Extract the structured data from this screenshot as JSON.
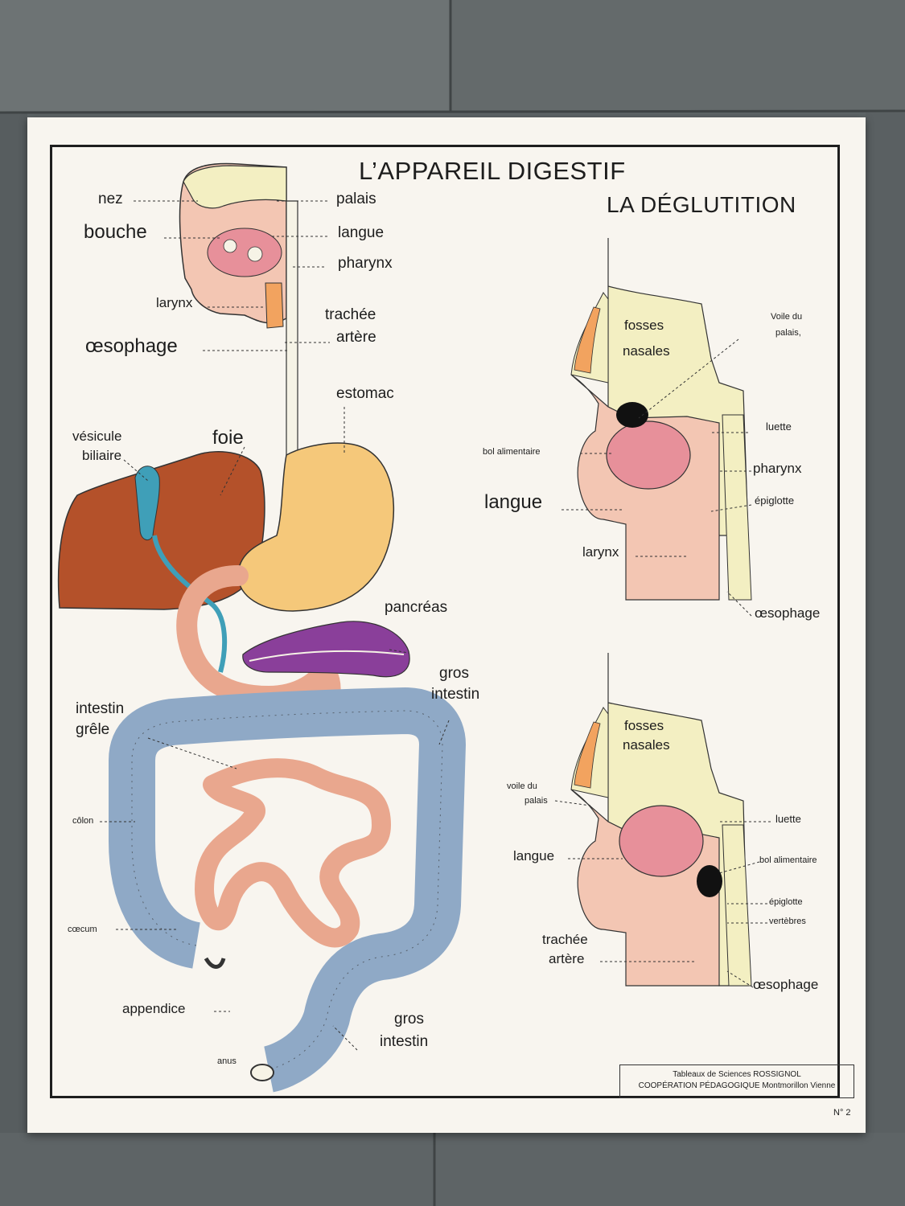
{
  "poster": {
    "title": "L’APPAREIL DIGESTIF",
    "subtitle": "LA DÉGLUTITION",
    "credit_line1": "Tableaux de Sciences ROSSIGNOL",
    "credit_line2": "COOPÉRATION PÉDAGOGIQUE Montmorillon   Vienne",
    "number": "N° 2"
  },
  "digestive_labels": {
    "nez": "nez",
    "bouche": "bouche",
    "palais": "palais",
    "langue": "langue",
    "pharynx": "pharynx",
    "larynx": "larynx",
    "trachee": "trachée",
    "artere": "artère",
    "oesophage": "œsophage",
    "estomac": "estomac",
    "vesicule": "vésicule",
    "biliaire": "biliaire",
    "foie": "foie",
    "pancreas": "pancréas",
    "gros1": "gros",
    "intestin1": "intestin",
    "intestin2": "intestin",
    "grele": "grêle",
    "colon": "côlon",
    "caecum": "cœcum",
    "appendice": "appendice",
    "gros2": "gros",
    "intestin3": "intestin",
    "anus": "anus"
  },
  "swallow_top_labels": {
    "fosses": "fosses",
    "nasales": "nasales",
    "voile_du": "Voile du",
    "palais": "palais,",
    "bol_alimentaire": "bol alimentaire",
    "luette": "luette",
    "pharynx": "pharynx",
    "langue": "langue",
    "epiglotte": "épiglotte",
    "larynx": "larynx",
    "oesophage": "œsophage"
  },
  "swallow_bottom_labels": {
    "fosses": "fosses",
    "nasales": "nasales",
    "voile_du": "voile du",
    "palais": "palais",
    "luette": "luette",
    "langue": "langue",
    "bol_alimentaire": "bol alimentaire",
    "epiglotte": "épiglotte",
    "vertebres": "vertèbres",
    "trachee": "trachée",
    "artere": "artère",
    "oesophage": "œsophage"
  },
  "colors": {
    "liver": "#b4512a",
    "gallbladder": "#3f9fb8",
    "stomach": "#f5c87a",
    "pancreas": "#8a3f9a",
    "large_intestine": "#8fa9c6",
    "small_intestine": "#e9a78e",
    "tongue": "#e7909a",
    "bone": "#f3efc2",
    "tissue": "#f3c6b3"
  }
}
